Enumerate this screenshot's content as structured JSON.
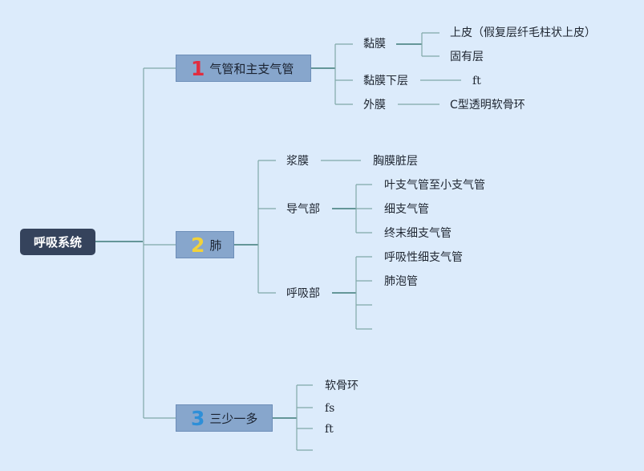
{
  "root": {
    "label": "呼吸系统"
  },
  "branch1": {
    "number": "1",
    "label": "气管和主支气管",
    "number_color": "#e02d40",
    "children": {
      "mucosa": "黏膜",
      "epithelium": "上皮（假复层纤毛柱状上皮）",
      "lamina_propria": "固有层",
      "submucosa": "黏膜下层",
      "submucosa_note": "ft",
      "adventitia": "外膜",
      "cartilage": "C型透明软骨环"
    }
  },
  "branch2": {
    "number": "2",
    "label": "肺",
    "number_color": "#f2d23a",
    "children": {
      "serosa": "浆膜",
      "serosa_detail": "胸膜脏层",
      "conducting": "导气部",
      "lobar": "叶支气管至小支气管",
      "bronchiole": "细支气管",
      "terminal": "终末细支气管",
      "respiratory": "呼吸部",
      "resp_bronchiole": "呼吸性细支气管",
      "alveolar_duct": "肺泡管"
    }
  },
  "branch3": {
    "number": "3",
    "label": "三少一多",
    "number_color": "#2e8fd8",
    "children": {
      "cartilage_ring": "软骨环",
      "fs": "fs",
      "ft": "ft"
    }
  }
}
